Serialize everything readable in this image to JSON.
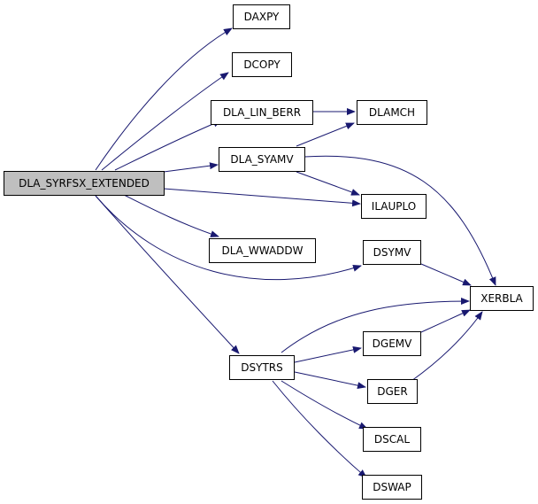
{
  "colors": {
    "edge": "#191970",
    "root_fill": "#bfbfbf",
    "node_fill": "#ffffff",
    "border": "#000000"
  },
  "nodes": {
    "root": "DLA_SYRFSX_EXTENDED",
    "daxpy": "DAXPY",
    "dcopy": "DCOPY",
    "dla_lin_berr": "DLA_LIN_BERR",
    "dlamch": "DLAMCH",
    "dla_syamv": "DLA_SYAMV",
    "ilauplo": "ILAUPLO",
    "dla_wwaddw": "DLA_WWADDW",
    "dsymv": "DSYMV",
    "xerbla": "XERBLA",
    "dsytrs": "DSYTRS",
    "dgemv": "DGEMV",
    "dger": "DGER",
    "dscal": "DSCAL",
    "dswap": "DSWAP"
  },
  "edges": [
    {
      "from": "root",
      "to": "daxpy"
    },
    {
      "from": "root",
      "to": "dcopy"
    },
    {
      "from": "root",
      "to": "dla_lin_berr"
    },
    {
      "from": "root",
      "to": "dla_syamv"
    },
    {
      "from": "root",
      "to": "ilauplo"
    },
    {
      "from": "root",
      "to": "dla_wwaddw"
    },
    {
      "from": "root",
      "to": "dsymv"
    },
    {
      "from": "root",
      "to": "dsytrs"
    },
    {
      "from": "dla_lin_berr",
      "to": "dlamch"
    },
    {
      "from": "dla_syamv",
      "to": "dlamch"
    },
    {
      "from": "dla_syamv",
      "to": "ilauplo"
    },
    {
      "from": "dla_syamv",
      "to": "xerbla"
    },
    {
      "from": "dsymv",
      "to": "xerbla"
    },
    {
      "from": "dsytrs",
      "to": "xerbla"
    },
    {
      "from": "dsytrs",
      "to": "dgemv"
    },
    {
      "from": "dsytrs",
      "to": "dger"
    },
    {
      "from": "dsytrs",
      "to": "dscal"
    },
    {
      "from": "dsytrs",
      "to": "dswap"
    },
    {
      "from": "dgemv",
      "to": "xerbla"
    },
    {
      "from": "dger",
      "to": "xerbla"
    }
  ]
}
